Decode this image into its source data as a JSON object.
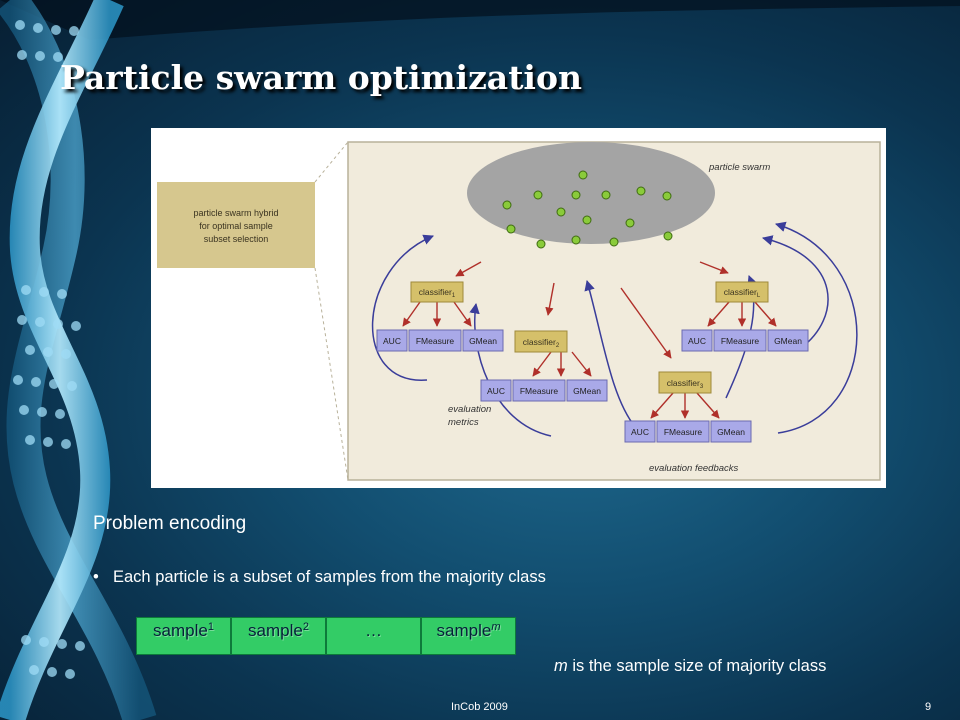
{
  "slide": {
    "title": "Particle swarm optimization",
    "subheading": "Problem encoding",
    "bullet": "Each particle is a subset of samples from the majority class",
    "note_var": "m",
    "note_text": " is the sample size of majority class",
    "footer": "InCob 2009",
    "page_number": "9"
  },
  "encoding": {
    "cells": [
      {
        "base": "sample",
        "sub": "1"
      },
      {
        "base": "sample",
        "sub": "2"
      },
      {
        "base": "…",
        "sub": ""
      },
      {
        "base": "sample",
        "sub": "m"
      }
    ]
  },
  "figure": {
    "callout": [
      "particle swarm hybrid",
      "for optimal sample",
      "subset selection"
    ],
    "swarm_label": "particle swarm",
    "classifiers": [
      {
        "base": "classifier",
        "sub": "1"
      },
      {
        "base": "classifier",
        "sub": "2"
      },
      {
        "base": "classifier",
        "sub": "3"
      },
      {
        "base": "classifier",
        "sub": "L"
      }
    ],
    "metrics": [
      "AUC",
      "FMeasure",
      "GMean"
    ],
    "eval_metrics_label": [
      "evaluation",
      "metrics"
    ],
    "eval_feedback_label": "evaluation feedbacks"
  },
  "colors": {
    "figure_bg": "#f1ebdc",
    "callout_fill": "#d6c78e",
    "swarm_fill": "#a4a4a4",
    "particle": "#8acb3a",
    "classifier_fill": "#d5c06a",
    "metric_fill": "#a9a9e8",
    "arrow_red": "#b0302a",
    "arrow_blue": "#3a3d9a",
    "cell_green": "#33cc66"
  }
}
